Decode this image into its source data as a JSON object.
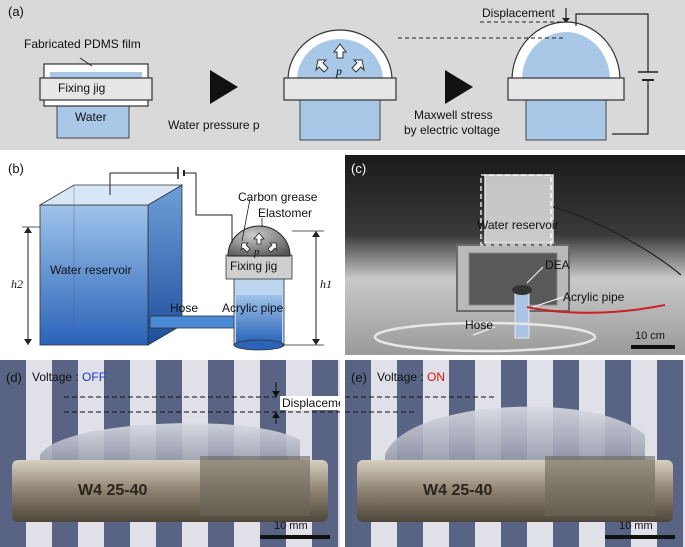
{
  "panel_a": {
    "label": "(a)",
    "film_label": "Fabricated PDMS film",
    "jig_label": "Fixing jig",
    "water_label": "Water",
    "pressure_label": "Water pressure p",
    "p_symbol": "p",
    "maxwell_line1": "Maxwell stress",
    "maxwell_line2": "by electric voltage",
    "displacement_label": "Displacement",
    "colors": {
      "background": "#d9d9d9",
      "water": "#a9c8e8",
      "film": "#ffffff"
    }
  },
  "panel_b": {
    "label": "(b)",
    "reservoir_label": "Water reservoir",
    "hose_label": "Hose",
    "pipe_label": "Acrylic pipe",
    "jig_label": "Fixing jig",
    "elastomer_label": "Elastomer",
    "grease_label": "Carbon grease",
    "p_symbol": "p",
    "h2_label": "h2",
    "h1_label": "h1",
    "colors": {
      "water_top": "#9fc3ea",
      "water_bottom": "#2a63b8"
    }
  },
  "panel_c": {
    "label": "(c)",
    "reservoir_label": "Water reservoir",
    "dea_label": "DEA",
    "pipe_label": "Acrylic pipe",
    "hose_label": "Hose",
    "scale_label": "10 cm"
  },
  "panel_d": {
    "label": "(d)",
    "voltage_prefix": "Voltage : ",
    "voltage_state": "OFF",
    "displacement_label": "Displacement",
    "clamp_text": "W4  25-40",
    "scale_label": "10 mm",
    "colors": {
      "off": "#2233cc"
    }
  },
  "panel_e": {
    "label": "(e)",
    "voltage_prefix": "Voltage : ",
    "voltage_state": "ON",
    "clamp_text": "W4  25-40",
    "scale_label": "10 mm",
    "colors": {
      "on": "#dd1111"
    }
  }
}
